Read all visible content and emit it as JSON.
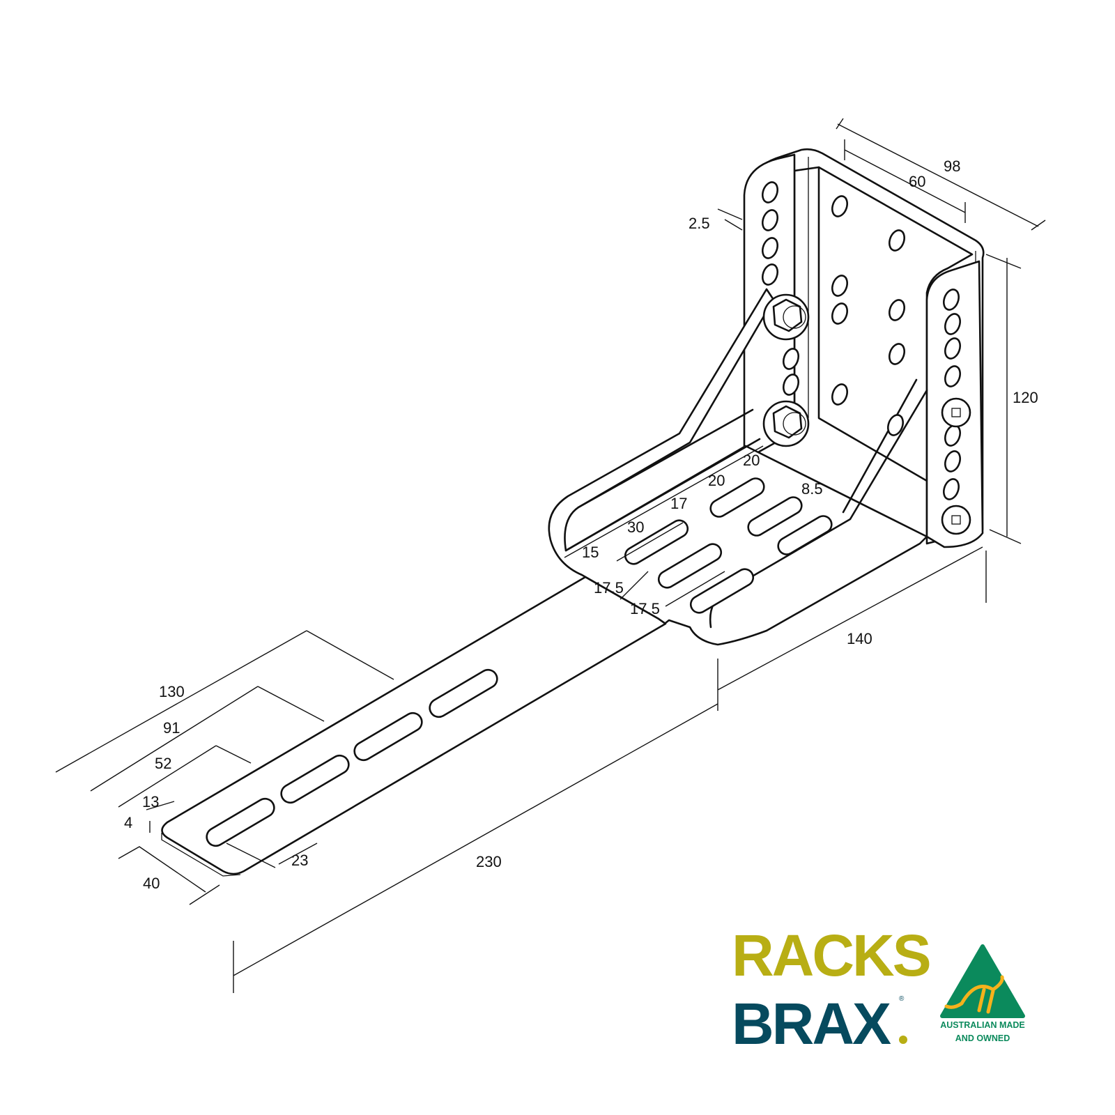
{
  "drawing": {
    "dimensions": {
      "d98": "98",
      "d60": "60",
      "d2_5": "2.5",
      "d120": "120",
      "d140": "140",
      "d230": "230",
      "d130": "130",
      "d91": "91",
      "d52": "52",
      "d13": "13",
      "d4": "4",
      "d40": "40",
      "d23": "23",
      "d20a": "20",
      "d20b": "20",
      "d17": "17",
      "d30": "30",
      "d15": "15",
      "d8_5": "8.5",
      "d17_5a": "17.5",
      "d17_5b": "17.5"
    }
  },
  "branding": {
    "logo_line1": "RACKS",
    "logo_line2": "BRAX",
    "registered": "®",
    "badge_line1": "AUSTRALIAN MADE",
    "badge_line2": "AND OWNED",
    "colors": {
      "racks": "#b8ae14",
      "brax": "#064a5e",
      "badge_green": "#0b8a5c",
      "kangaroo": "#f5b21c"
    }
  }
}
